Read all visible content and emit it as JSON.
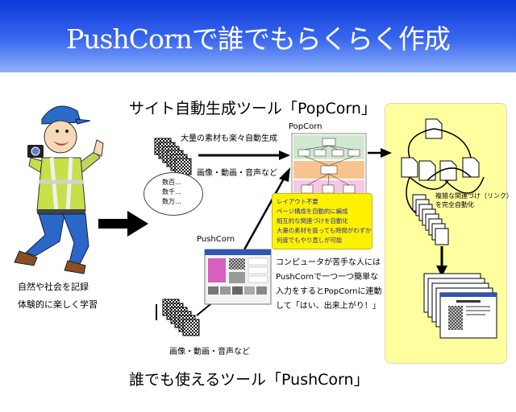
{
  "header": {
    "title": "PushCornで誰でもらくらく作成"
  },
  "popcorn_section": {
    "title": "サイト自動生成ツール「PopCorn」",
    "label": "PopCorn",
    "materials_caption": "大量の素材も楽々自動生成",
    "media_caption": "画像・動画・音声など",
    "counts": [
      "数百…",
      "数千…",
      "数万…"
    ],
    "notes": [
      "レイアウト不要",
      "ページ構成を自動的に編成",
      "相互的な関連づけを自動化",
      "大量の素材を扱っても時間がわずか",
      "何度でもやり直しが可能"
    ]
  },
  "pushcorn_section": {
    "title": "誰でも使えるツール「PushCorn」",
    "label": "PushCorn",
    "media_caption": "画像・動画・音声など",
    "description": [
      "コンピュータが苦手な人には",
      "PushCornで一つ一つ簡単な",
      "入力をするとPopCornに連動",
      "して「はい、出来上がり！」"
    ]
  },
  "learner": {
    "caption": [
      "自然や社会を記録",
      "体験的に楽しく学習"
    ]
  },
  "output": {
    "caption": [
      "複雑な関連づけ（リンク）",
      "を完全自動化"
    ]
  },
  "colors": {
    "header_dark": "#0c39d8",
    "header_light": "#8fb1fb",
    "yellow_panel": "#ffffa0",
    "note_box": "#fff200",
    "note_text": "#2a2ab0",
    "diagram_green": "#cfe8cf",
    "diagram_orange": "#f7c48f",
    "diagram_pink": "#f6c7e4"
  }
}
